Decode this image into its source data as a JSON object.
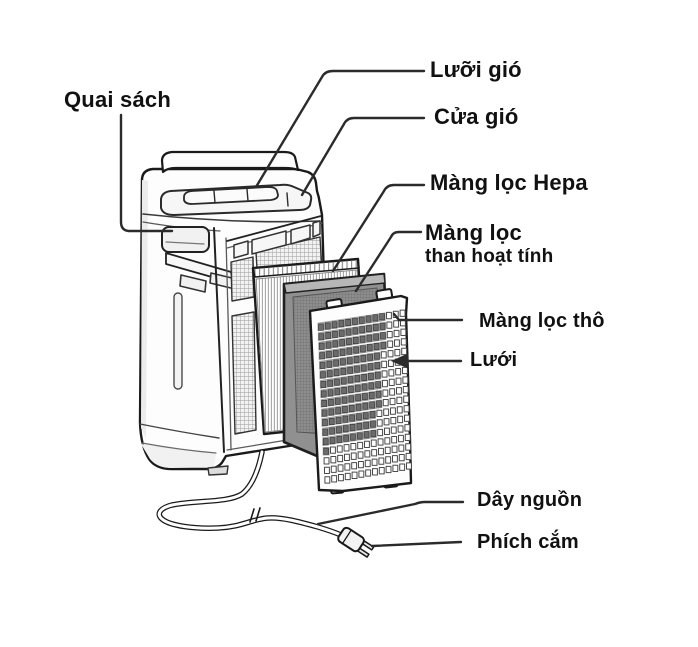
{
  "diagram": {
    "name": "air-purifier-exploded-parts-diagram",
    "labels": {
      "handle": "Quai sách",
      "louver": "Lưỡi gió",
      "air_outlet": "Cửa gió",
      "hepa_filter": "Màng lọc Hepa",
      "carbon_filter_line1": "Màng lọc",
      "carbon_filter_line2": "than hoạt tính",
      "pre_filter": "Màng lọc thô",
      "mesh": "Lưới",
      "power_cord": "Dây nguồn",
      "plug": "Phích cắm"
    },
    "colors": {
      "ink": "#1a1a1a",
      "leader_line": "#2b2b2b",
      "background": "#ffffff",
      "body_fill": "#fdfdfd",
      "carbon_gray": "#909090",
      "hole_dark": "#6b6b6b",
      "hole_band": "#a4a4a4"
    }
  }
}
